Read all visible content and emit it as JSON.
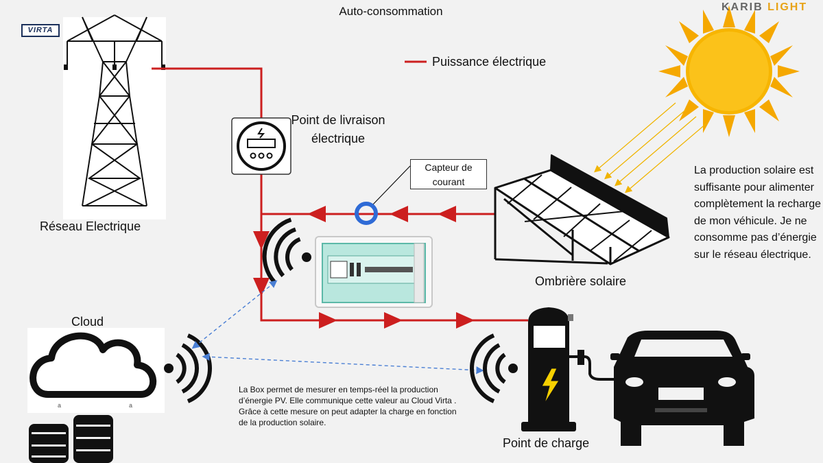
{
  "title": "Auto-consommation",
  "logos": {
    "virta": "VIRTA",
    "karib_a": "KARIB",
    "karib_b": "LIGHT"
  },
  "legend": {
    "label": "Puissance électrique",
    "color": "#cc1f1f"
  },
  "labels": {
    "reseau": "Réseau Electrique",
    "livraison": "Point de livraison électrique",
    "capteur": "Capteur de courant",
    "ombriere": "Ombrière solaire",
    "cloud": "Cloud",
    "point_charge": "Point de charge"
  },
  "side_note": "La production solaire est suffisante pour alimenter complètement la recharge de mon véhicule. Je ne consomme pas d’énergie sur le réseau électrique.",
  "box_note": "La Box permet de mesurer en temps-réel la production d’énergie PV. Elle communique cette valeur au Cloud Virta . Grâce à cette mesure on peut adapter la charge en fonction de la production solaire.",
  "colors": {
    "power_line": "#cc1f1f",
    "data_link": "#4a7fd4",
    "sun": "#f5a800",
    "sun_ray": "#f0b400",
    "sensor_ring": "#2f6bd6"
  },
  "icons": [
    "pylon-icon",
    "meter-icon",
    "current-sensor-icon",
    "solar-panel-icon",
    "sun-icon",
    "electrical-box-icon",
    "wifi-icon",
    "cloud-icon",
    "database-icon",
    "charging-station-icon",
    "car-icon"
  ]
}
